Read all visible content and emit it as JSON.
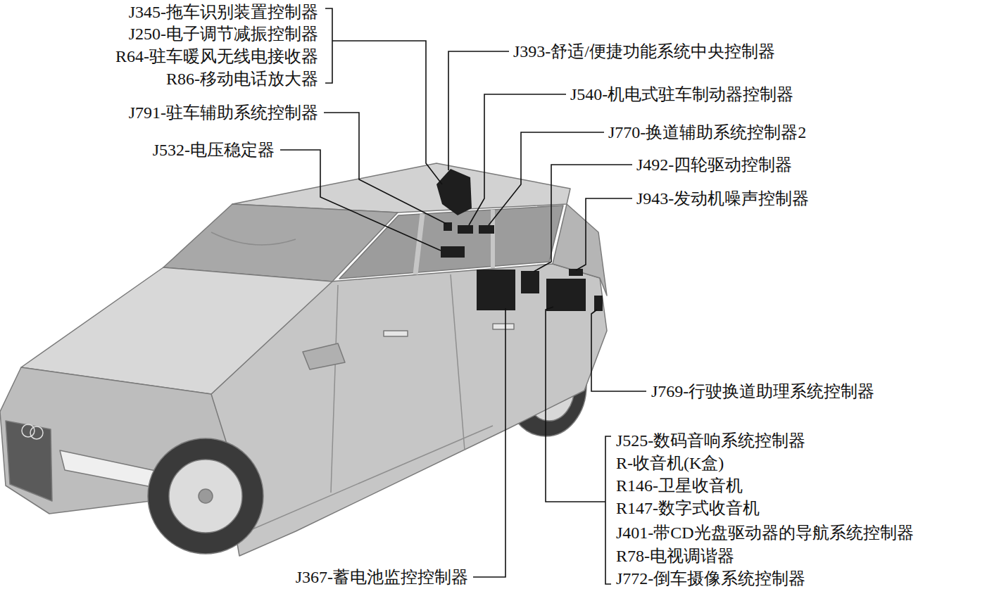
{
  "diagram": {
    "labels": [
      "J345-拖车识别装置控制器",
      "J250-电子调节减振控制器",
      "R64-驻车暖风无线电接收器",
      "R86-移动电话放大器",
      "J393-舒适/便捷功能系统中央控制器",
      "J540-机电式驻车制动器控制器",
      "J791-驻车辅助系统控制器",
      "J770-换道辅助系统控制器2",
      "J532-电压稳定器",
      "J492-四轮驱动控制器",
      "J943-发动机噪声控制器",
      "J769-行驶换道助理系统控制器",
      "J525-数码音响系统控制器",
      "R-收音机(K盒)",
      "R146-卫星收音机",
      "R147-数字式收音机",
      "J401-带CD光盘驱动器的导航系统控制器",
      "R78-电视调谐器",
      "J772-倒车摄像系统控制器",
      "J367-蓄电池监控控制器"
    ]
  }
}
